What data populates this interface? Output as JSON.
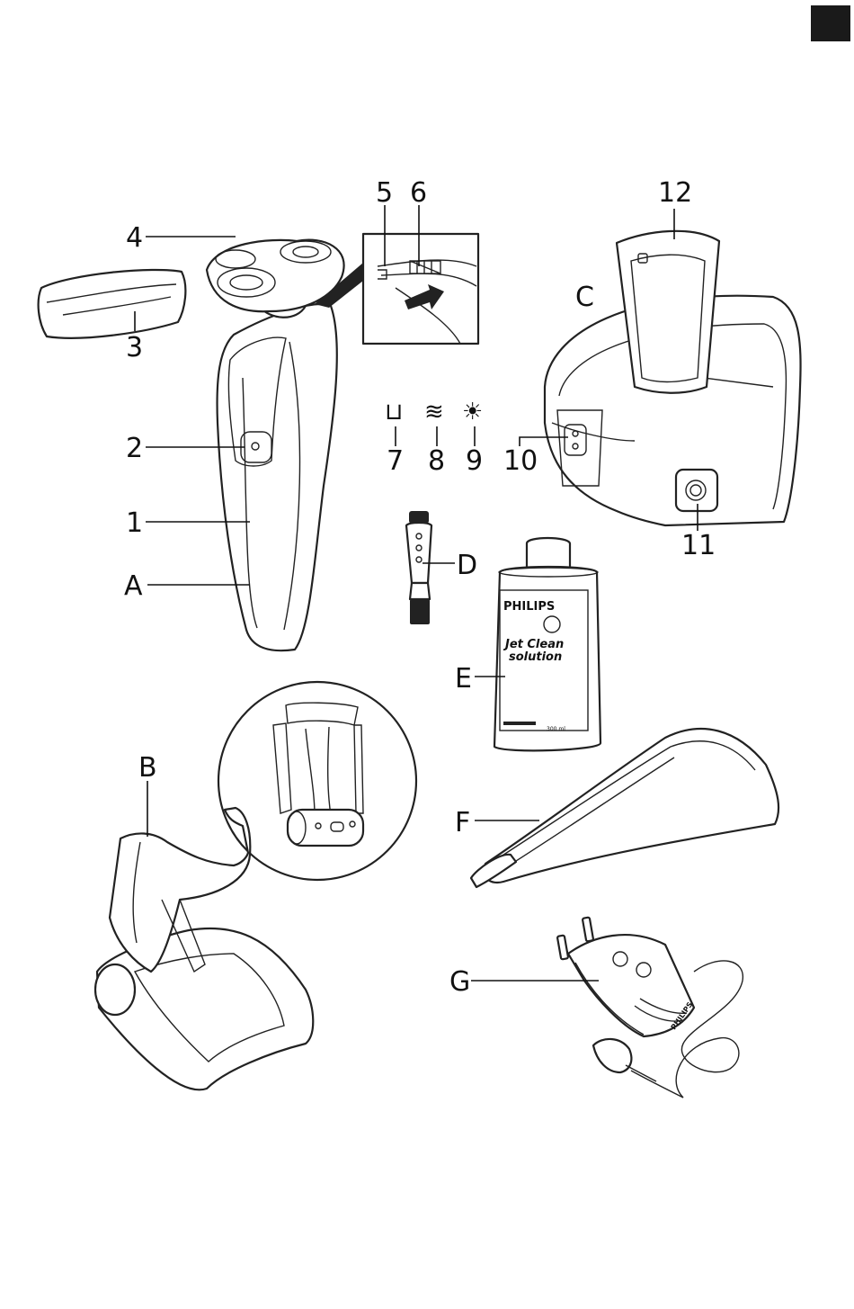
{
  "corner_tab": {
    "color": "#1a1a1a"
  },
  "callouts": [
    {
      "key": "4",
      "text": "4"
    },
    {
      "key": "3",
      "text": "3"
    },
    {
      "key": "2",
      "text": "2"
    },
    {
      "key": "1",
      "text": "1"
    },
    {
      "key": "A",
      "text": "A"
    },
    {
      "key": "5",
      "text": "5"
    },
    {
      "key": "6",
      "text": "6"
    },
    {
      "key": "7",
      "text": "7"
    },
    {
      "key": "8",
      "text": "8"
    },
    {
      "key": "9",
      "text": "9"
    },
    {
      "key": "10",
      "text": "10"
    },
    {
      "key": "C",
      "text": "C"
    },
    {
      "key": "12",
      "text": "12"
    },
    {
      "key": "11",
      "text": "11"
    },
    {
      "key": "D",
      "text": "D"
    },
    {
      "key": "E",
      "text": "E"
    },
    {
      "key": "B",
      "text": "B"
    },
    {
      "key": "F",
      "text": "F"
    },
    {
      "key": "G",
      "text": "G"
    }
  ],
  "indicator_symbols": [
    {
      "name": "cartridge-icon",
      "glyph": "⊔"
    },
    {
      "name": "water-waves-icon",
      "glyph": "≋"
    },
    {
      "name": "drying-sun-icon",
      "glyph": "☀"
    }
  ],
  "bottle": {
    "brand": "PHILIPS",
    "line1": "Jet Clean",
    "line2": "solution",
    "volume": "300 ml"
  },
  "adapter": {
    "brand": "PHILIPS"
  }
}
